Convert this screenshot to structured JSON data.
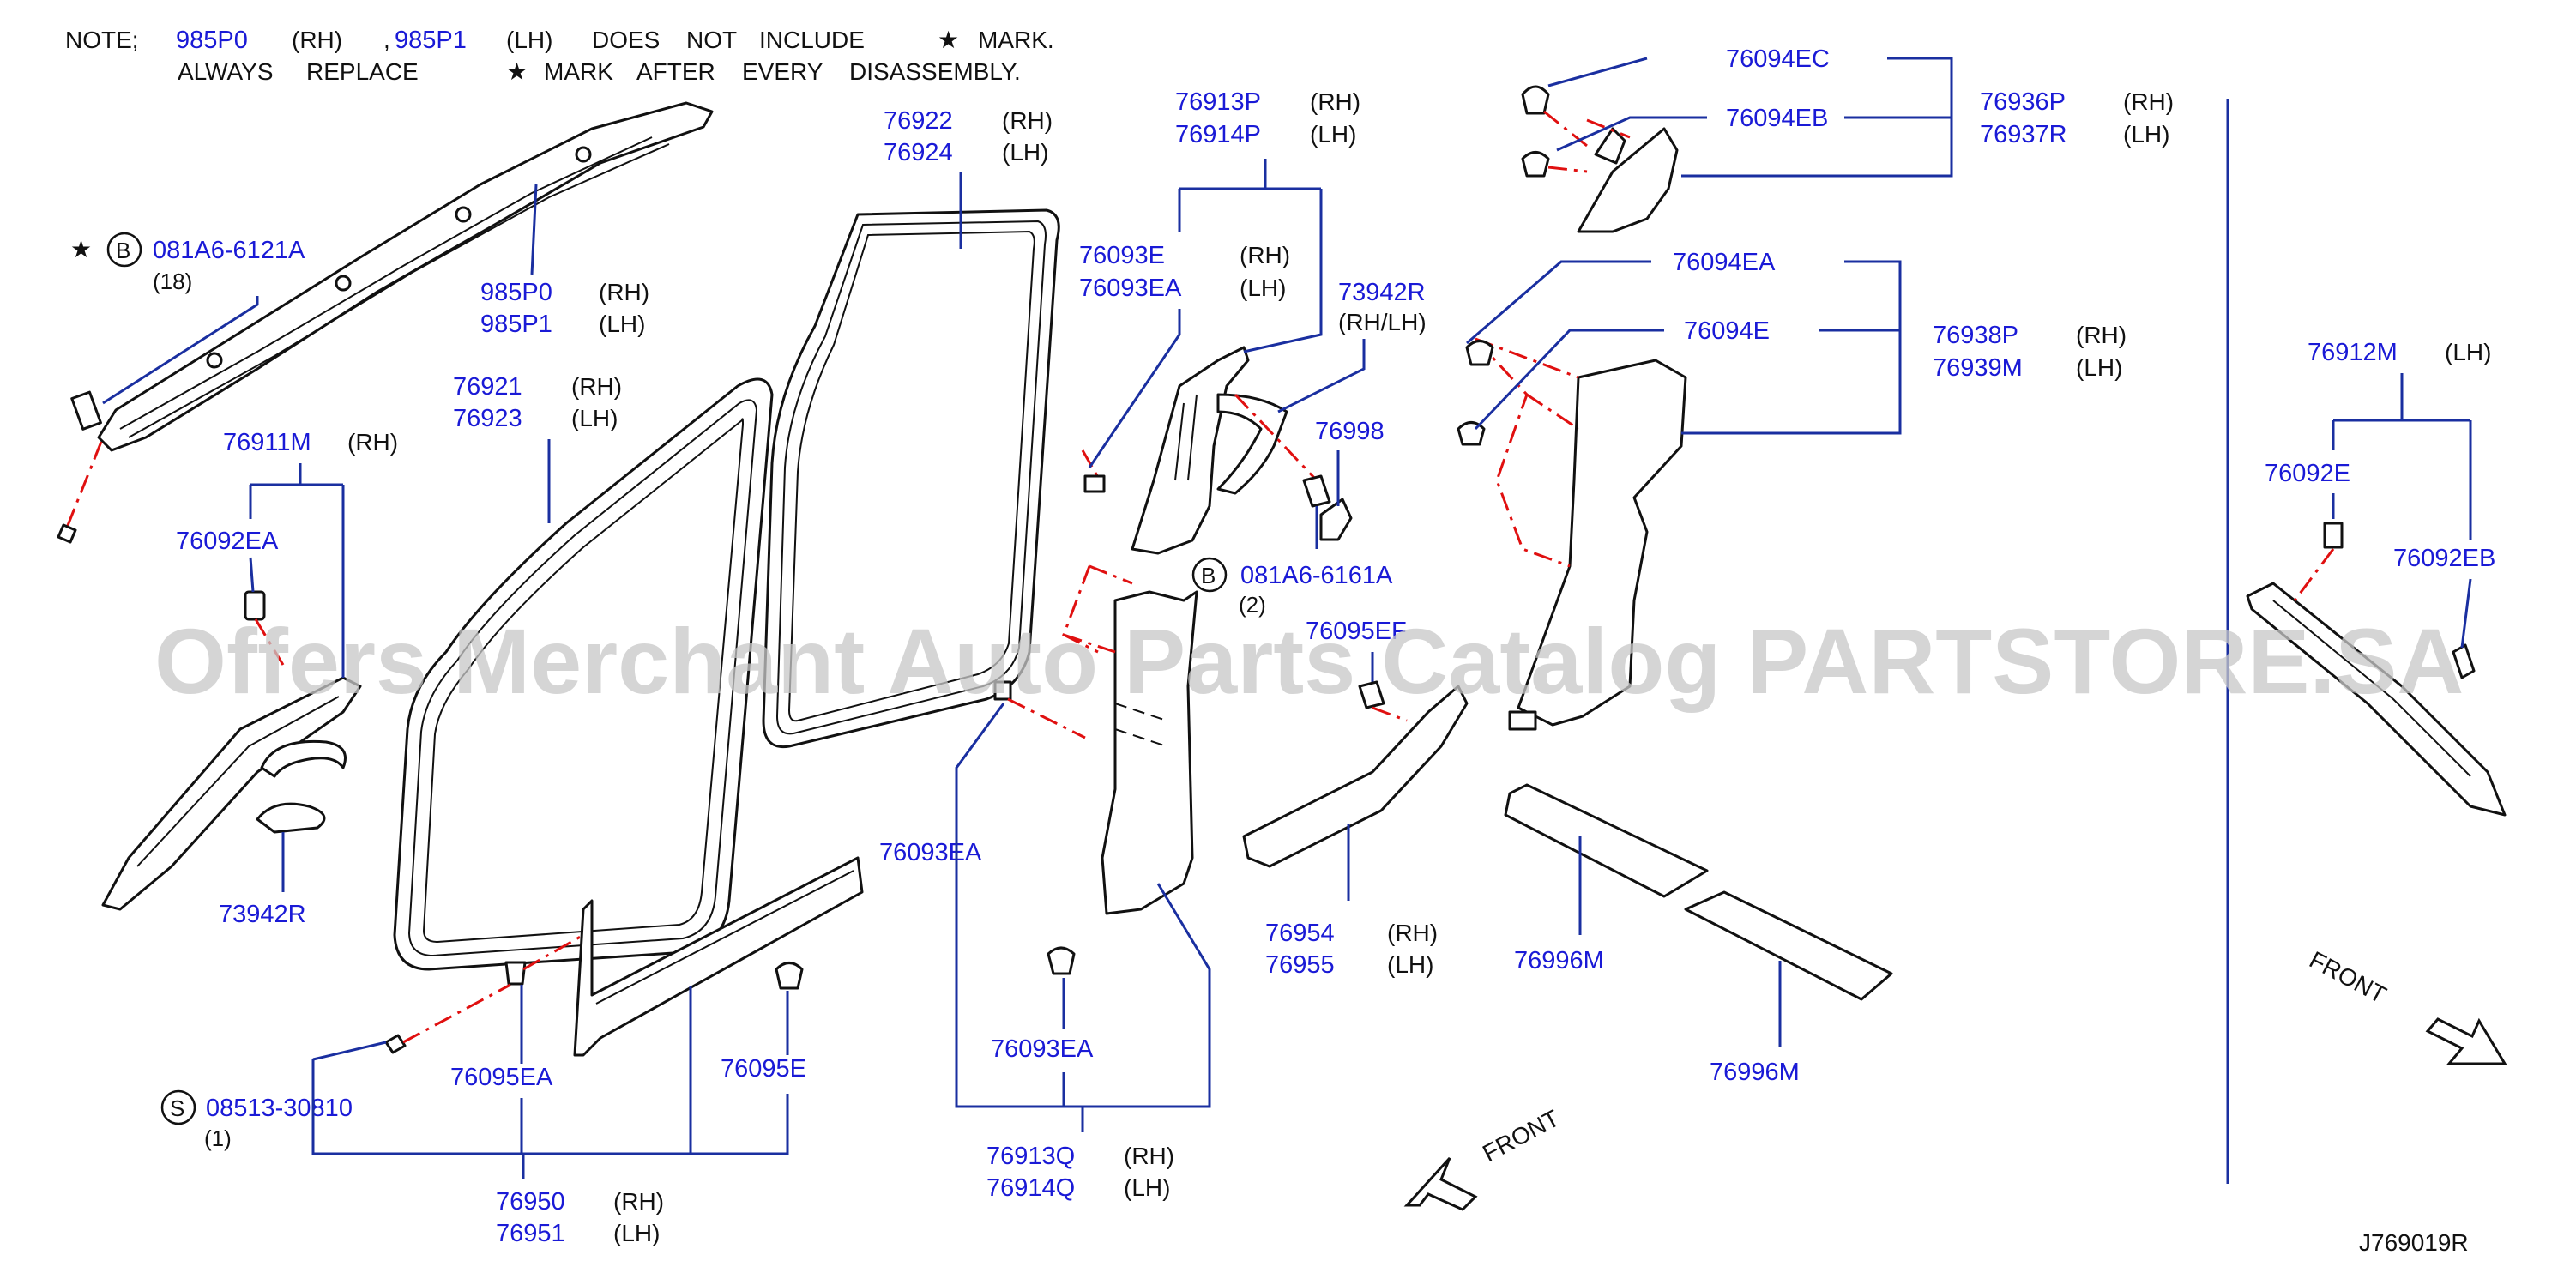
{
  "colors": {
    "part_number": "#1a1ad6",
    "leader": "#1a2fa0",
    "replace_line": "#e01010",
    "watermark": "#c8c8c8"
  },
  "note": {
    "line1": [
      "NOTE;",
      "985P0",
      "(RH)",
      ",",
      "985P1",
      "(LH)",
      "DOES",
      "NOT",
      "INCLUDE",
      "★",
      "MARK."
    ],
    "line2": [
      "ALWAYS",
      "REPLACE",
      "★",
      "MARK",
      "AFTER",
      "EVERY",
      "DISASSEMBLY."
    ]
  },
  "watermark": "Offers Merchant Auto Parts Catalog PARTSTORE.SA",
  "diagram_id": "J769019R",
  "front_arrows": [
    "FRONT",
    "FRONT"
  ],
  "labels": {
    "curtain_airbag_rh": "985P0",
    "curtain_airbag_lh": "985P1",
    "bolt_b_top": "081A6-6121A",
    "bolt_b_top_qty": "(18)",
    "star": "★",
    "b_symbol": "B",
    "s_symbol": "S",
    "rear_seal_rh": "76922",
    "rear_seal_lh": "76924",
    "front_seal_rh": "76921",
    "front_seal_lh": "76923",
    "a_pillar_rh": "76911M",
    "clip_a": "76092EA",
    "grip_handle": "73942R",
    "b_pillar_upper_rh": "76913P",
    "b_pillar_upper_lh": "76914P",
    "clip_e": "76093E",
    "clip_ea": "76093EA",
    "grip_rhlh_num": "73942R",
    "grip_rhlh": "(RH/LH)",
    "cap": "76998",
    "bolt_b_mid": "081A6-6161A",
    "bolt_b_mid_qty": "(2)",
    "clip_95ef": "76095EF",
    "clip_93ea_left": "76093EA",
    "clip_93ea_low": "76093EA",
    "b_pillar_lower_rh": "76913Q",
    "b_pillar_lower_lh": "76914Q",
    "screw_s": "08513-30810",
    "screw_s_qty": "(1)",
    "clip_95ea": "76095EA",
    "clip_95e": "76095E",
    "kick_plate_rh": "76950",
    "kick_plate_lh": "76951",
    "rear_kick_rh": "76954",
    "rear_kick_lh": "76955",
    "clip_94ec": "76094EC",
    "clip_94eb": "76094EB",
    "c_pillar_upper_rh": "76936P",
    "c_pillar_upper_lh": "76937R",
    "clip_94ea": "76094EA",
    "clip_94e": "76094E",
    "c_pillar_lower_rh": "76938P",
    "c_pillar_lower_lh": "76939M",
    "sill_mat_1": "76996M",
    "sill_mat_2": "76996M",
    "a_pillar_lh": "76912M",
    "clip_92e": "76092E",
    "clip_92eb": "76092EB",
    "rh": "(RH)",
    "lh": "(LH)"
  }
}
